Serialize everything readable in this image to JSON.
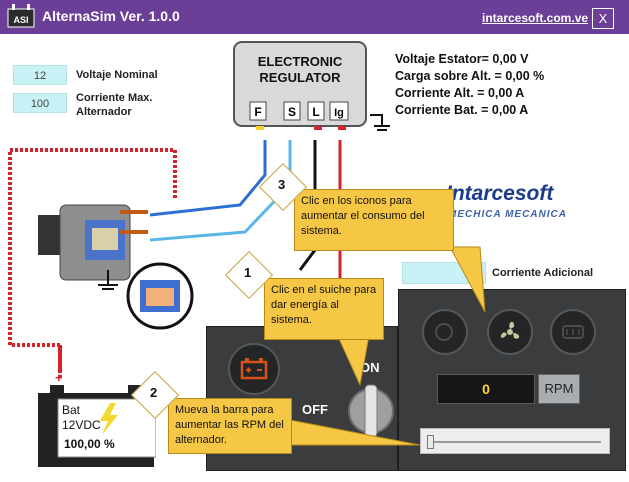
{
  "window": {
    "title": "AlternaSim Ver. 1.0.0",
    "site": "intarcesoft.com.ve",
    "close": "X",
    "logo_text": "ASI"
  },
  "inputs": {
    "voltaje_nominal": {
      "value": "12",
      "label": "Voltaje Nominal"
    },
    "corriente_max": {
      "value": "100",
      "label_line1": "Corriente Max.",
      "label_line2": "Alternador"
    }
  },
  "regulator": {
    "title_line1": "ELECTRONIC",
    "title_line2": "REGULATOR",
    "terminals": [
      "F",
      "S",
      "L",
      "Ig"
    ]
  },
  "readouts": {
    "voltaje_estator": "Voltaje Estator= 0,00 V",
    "carga_alt": "Carga sobre Alt. = 0,00 %",
    "corriente_alt": "Corriente Alt. = 0,00 A",
    "corriente_bat": "Corriente Bat. = 0,00 A"
  },
  "brand": {
    "name": "Intarcesoft",
    "tagline": "MECHICA MECANICA"
  },
  "corriente_adicional": {
    "label": "Corriente Adicional"
  },
  "tips": [
    {
      "num": "3",
      "text": "Clic en los iconos para aumentar el consumo del sistema."
    },
    {
      "num": "1",
      "text": "Clic en el suiche para dar energía al sistema."
    },
    {
      "num": "2",
      "text": "Mueva la barra para aumentar las RPM del alternador."
    }
  ],
  "switch": {
    "on": "ON",
    "off": "OFF"
  },
  "rpm": {
    "value": "0",
    "unit": "RPM",
    "level": 0
  },
  "battery": {
    "name": "Bat",
    "voltage": "12VDC",
    "charge": "100,00 %",
    "plus": "+"
  },
  "icons": [
    "headlight-icon",
    "fan-icon",
    "defrost-icon",
    "battery-warning-icon"
  ],
  "colors": {
    "titlebar": "#6b3f97",
    "wire_red": "#d3242c",
    "wire_blue": "#2a6fd1",
    "tip": "#f6c744",
    "panel": "#3a3c3e"
  }
}
